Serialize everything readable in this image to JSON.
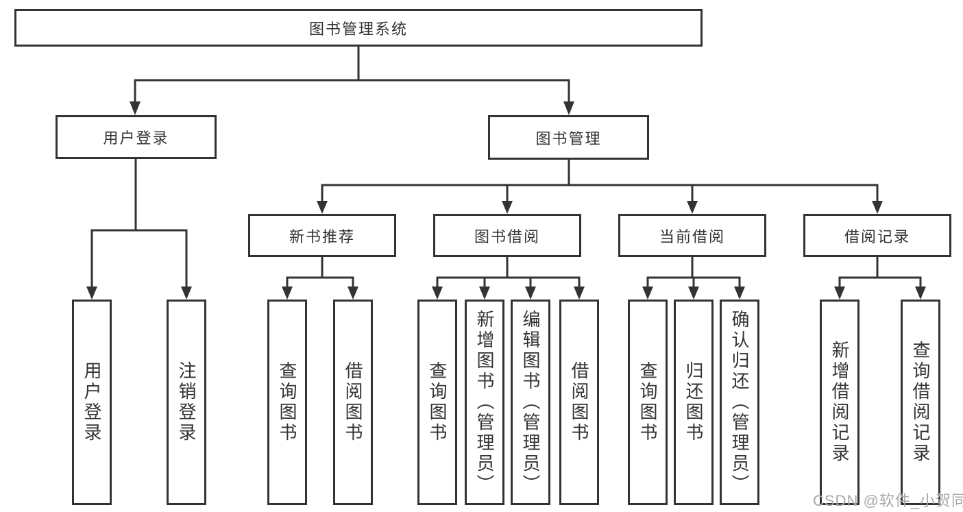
{
  "watermark": "CSDN @软件_小贺同学",
  "colors": {
    "line": "#333333",
    "text": "#333333",
    "background": "#ffffff",
    "watermark": "#a8a8a8"
  },
  "tree": {
    "root": {
      "label": "图书管理系统"
    },
    "user_login": {
      "label": "用户登录",
      "children": [
        {
          "label": "用户登录"
        },
        {
          "label": "注销登录"
        }
      ]
    },
    "book_mgmt": {
      "label": "图书管理",
      "children": [
        {
          "label": "新书推荐",
          "children": [
            {
              "label": "查询图书"
            },
            {
              "label": "借阅图书"
            }
          ]
        },
        {
          "label": "图书借阅",
          "children": [
            {
              "label": "查询图书"
            },
            {
              "label": "新增图书（管理员）"
            },
            {
              "label": "编辑图书（管理员）"
            },
            {
              "label": "借阅图书"
            }
          ]
        },
        {
          "label": "当前借阅",
          "children": [
            {
              "label": "查询图书"
            },
            {
              "label": "归还图书"
            },
            {
              "label": "确认归还（管理员）"
            }
          ]
        },
        {
          "label": "借阅记录",
          "children": [
            {
              "label": "新增借阅记录"
            },
            {
              "label": "查询借阅记录"
            }
          ]
        }
      ]
    }
  }
}
